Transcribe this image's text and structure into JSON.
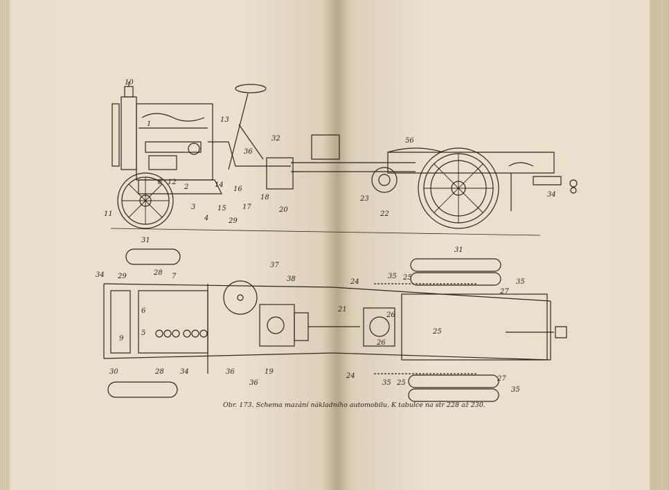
{
  "figure": {
    "caption": "Obr. 173. Schema mazání nákladního automobilu. K tabulce na str 228 až 230.",
    "side_view_labels": [
      "10",
      "1",
      "13",
      "32",
      "36",
      "56",
      "11",
      "8",
      "12",
      "2",
      "3",
      "4",
      "14",
      "15",
      "16",
      "17",
      "18",
      "29",
      "20",
      "23",
      "22",
      "34"
    ],
    "top_view_labels": [
      "31",
      "28",
      "34",
      "29",
      "7",
      "37",
      "38",
      "6",
      "5",
      "9",
      "30",
      "28",
      "34",
      "36",
      "36",
      "19",
      "21",
      "24",
      "35",
      "25",
      "26",
      "26",
      "31",
      "27",
      "35",
      "25",
      "24",
      "35",
      "25",
      "27",
      "35"
    ]
  }
}
